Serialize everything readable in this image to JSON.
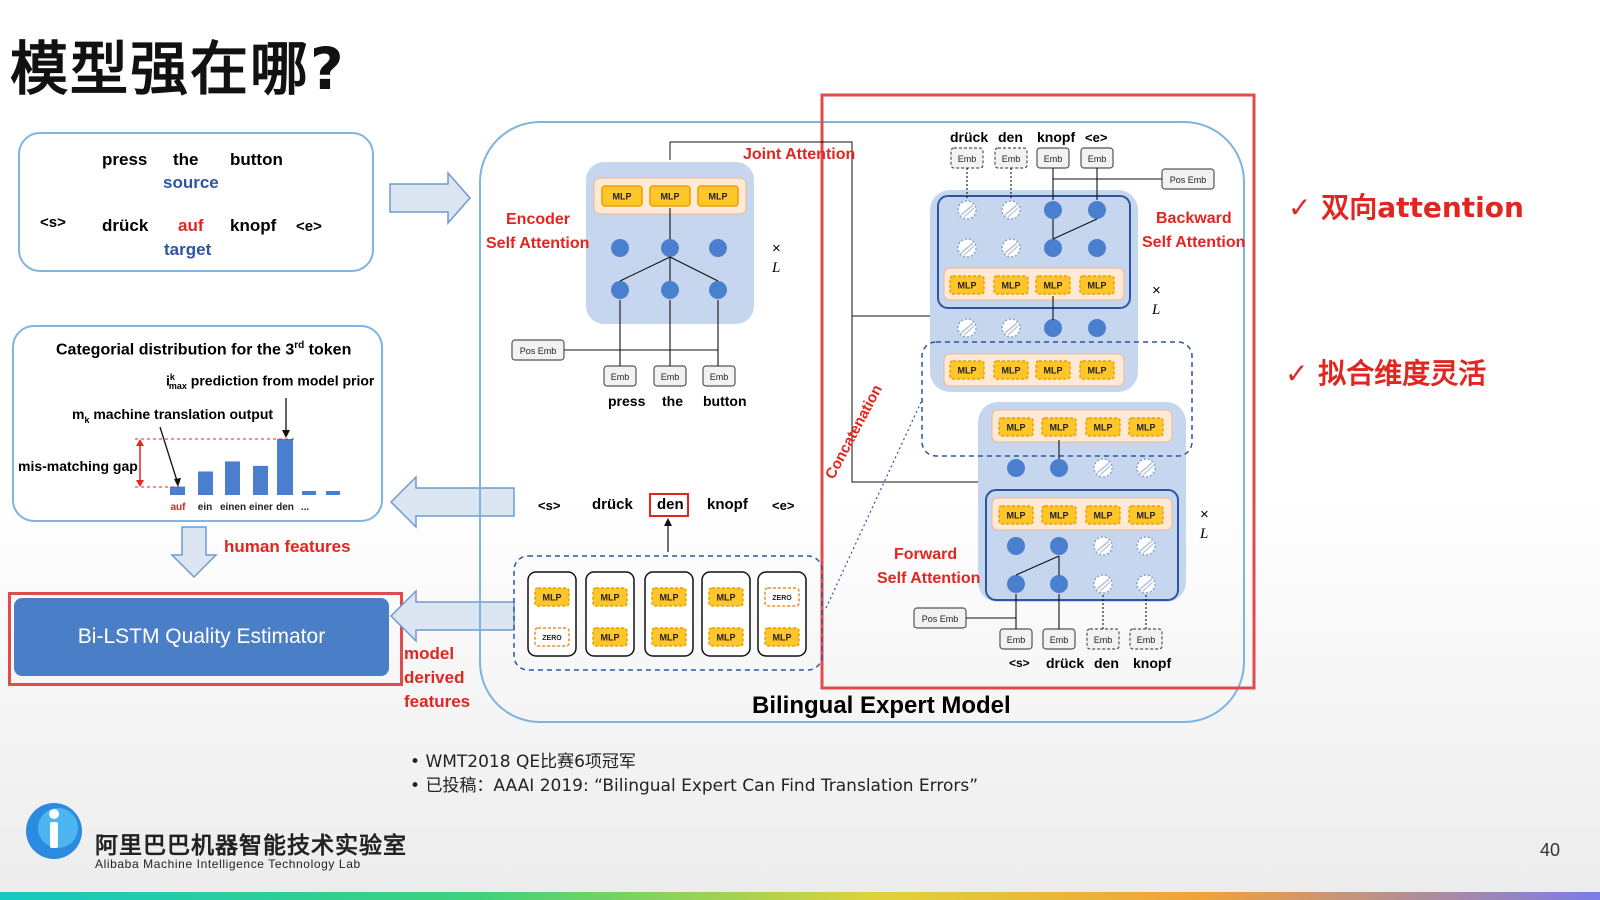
{
  "title": "模型强在哪?",
  "source_box": {
    "source_words": [
      "press",
      "the",
      "button"
    ],
    "source_label": "source",
    "target_words": [
      "<s>",
      "drück",
      "auf",
      "knopf",
      "<e>"
    ],
    "target_label": "target"
  },
  "categorial_box": {
    "title_prefix": "Categorial distribution for the 3",
    "title_sup": "rd",
    "title_suffix": " token",
    "imax_i": "i",
    "imax_sup": "k",
    "imax_sub": "max",
    "imax_rest": " prediction from model prior",
    "mk_m": "m",
    "mk_sub": "k",
    "mk_rest": "  machine translation output",
    "gap_label": "mis-matching gap",
    "bar_labels": [
      "auf",
      "ein",
      "einen",
      "einer",
      "den",
      "..."
    ],
    "bar_values": [
      0.15,
      0.42,
      0.6,
      0.52,
      1.0,
      0.12,
      0.06
    ]
  },
  "human_features_label": "human features",
  "model_features_label": [
    "model",
    "derived",
    "features"
  ],
  "qe_label": "Bi-LSTM Quality Estimator",
  "diagram": {
    "joint_attention": "Joint Attention",
    "encoder_label": [
      "Encoder",
      "Self Attention"
    ],
    "backward_label": [
      "Backward",
      "Self Attention"
    ],
    "forward_label": [
      "Forward",
      "Self Attention"
    ],
    "concatenation": "Concatenation",
    "times_l": "×",
    "l_symbol": "L",
    "mlp": "MLP",
    "emb": "Emb",
    "zero": "ZERO",
    "pos_emb": "Pos Emb",
    "encoder_inputs": [
      "press",
      "the",
      "button"
    ],
    "decoder_top_words": [
      "drück",
      "den",
      "knopf",
      "<e>"
    ],
    "decoder_bottom_words": [
      "<s>",
      "drück",
      "den",
      "knopf"
    ],
    "output_words": [
      "<s>",
      "drück",
      "den",
      "knopf",
      "<e>"
    ],
    "model_title": "Bilingual Expert Model"
  },
  "checks": [
    "✓ 双向attention",
    "✓ 拟合维度灵活"
  ],
  "bullets": [
    "WMT2018 QE比赛6项冠军",
    "已投稿：AAAI 2019: “Bilingual Expert Can Find Translation Errors”"
  ],
  "footer": {
    "lab_cn": "阿里巴巴机器智能技术实验室",
    "lab_en": "Alibaba Machine Intelligence Technology Lab",
    "page_number": "40"
  },
  "colors": {
    "accent_red": "#e0261f",
    "accent_blue": "#2d55a6",
    "mlp_yellow": "#ffc62b",
    "node_blue": "#4a7fd0",
    "panel_blue": "#c5d6ee"
  }
}
